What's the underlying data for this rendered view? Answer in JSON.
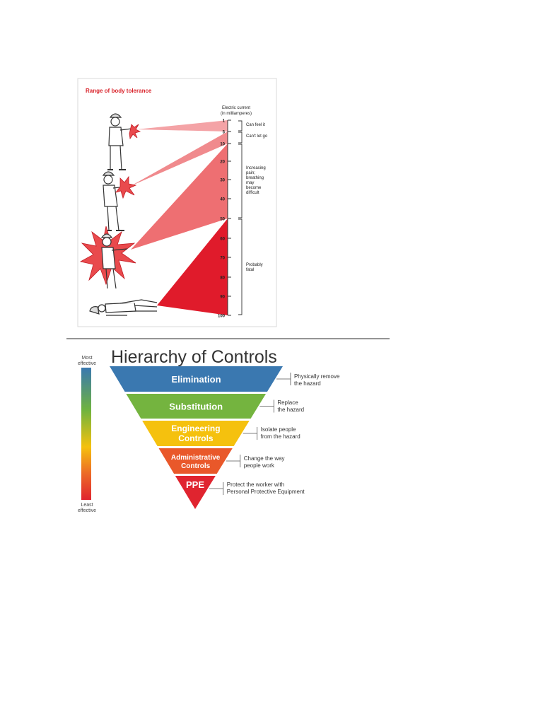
{
  "tolerance": {
    "title": "Range of body tolerance",
    "axis_title_line1": "Electric current",
    "axis_title_line2": "(in milliamperes)",
    "ticks": [
      "1",
      "5",
      "10",
      "20",
      "30",
      "40",
      "50",
      "60",
      "70",
      "80",
      "90",
      "100"
    ],
    "ranges": [
      {
        "lines": [
          "Can feel it"
        ]
      },
      {
        "lines": [
          "Can't let go"
        ]
      },
      {
        "lines": [
          "Increasing",
          "pain;",
          "breathing",
          "may",
          "become",
          "difficult"
        ]
      },
      {
        "lines": [
          "Probably",
          "fatal"
        ]
      }
    ],
    "colors": {
      "title": "#d9222a",
      "light": "#f4a3a6",
      "medium": "#ee6f72",
      "dark": "#e01b2b"
    }
  },
  "hierarchy": {
    "title": "Hierarchy of Controls",
    "scale_top": [
      "Most",
      "effective"
    ],
    "scale_bottom": [
      "Least",
      "effective"
    ],
    "levels": [
      {
        "label": [
          "Elimination"
        ],
        "desc": [
          "Physically remove",
          "the hazard"
        ],
        "color": "#3a78b0"
      },
      {
        "label": [
          "Substitution"
        ],
        "desc": [
          "Replace",
          "the hazard"
        ],
        "color": "#74b43f"
      },
      {
        "label": [
          "Engineering",
          "Controls"
        ],
        "desc": [
          "Isolate people",
          "from the hazard"
        ],
        "color": "#f5c10e"
      },
      {
        "label": [
          "Administrative",
          "Controls"
        ],
        "desc": [
          "Change the way",
          "people work"
        ],
        "color": "#e9582a"
      },
      {
        "label": [
          "PPE"
        ],
        "desc": [
          "Protect the worker with",
          "Personal Protective Equipment"
        ],
        "color": "#e0242f"
      }
    ]
  }
}
